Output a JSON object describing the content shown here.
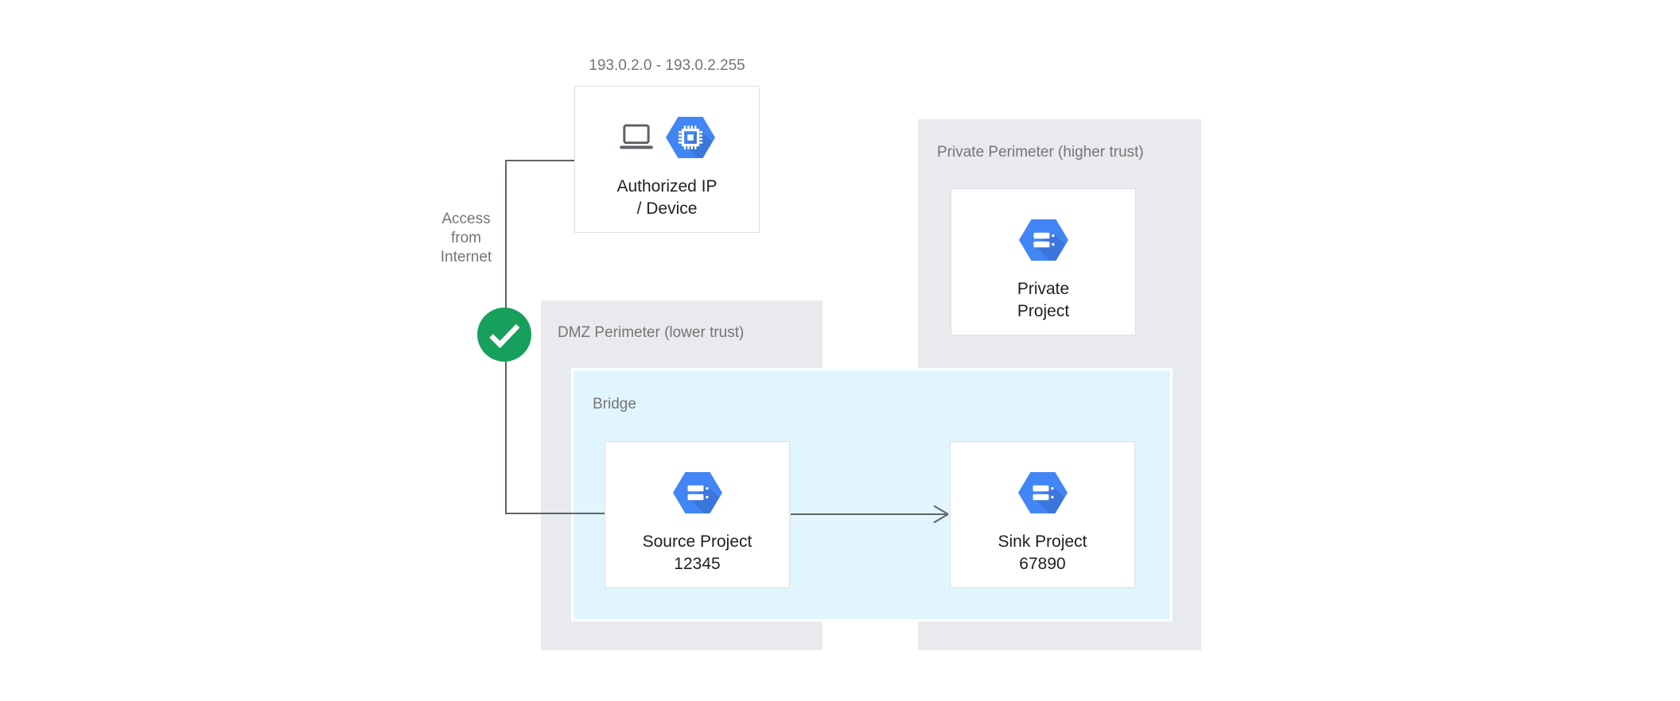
{
  "colors": {
    "hexagon_blue": "#4285F4",
    "check_green": "#17A05C",
    "perimeter_gray": "#E8EAED",
    "bridge_fill": "#E1F5FE",
    "bridge_border": "#ffffff",
    "connector_gray": "#5F6368",
    "muted_text": "#757575",
    "dark_text": "#202124",
    "node_border": "#DCDFE3"
  },
  "labels": {
    "ip_range": "193.0.2.0 - 193.0.2.255",
    "access": [
      "Access",
      "from",
      "Internet"
    ],
    "dmz_title": "DMZ Perimeter (lower trust)",
    "bridge_title": "Bridge",
    "private_title": "Private Perimeter (higher trust)"
  },
  "nodes": {
    "authorized": {
      "line1": "Authorized IP",
      "line2": "/ Device"
    },
    "source": {
      "line1": "Source Project",
      "line2": "12345"
    },
    "sink": {
      "line1": "Sink Project",
      "line2": "67890"
    },
    "private_project": {
      "line1": "Private",
      "line2": "Project"
    }
  },
  "icons": {
    "authorized": [
      "laptop-icon",
      "compute-engine-hexagon-icon"
    ],
    "project": "project-hexagon-icon",
    "status": "check-icon"
  }
}
